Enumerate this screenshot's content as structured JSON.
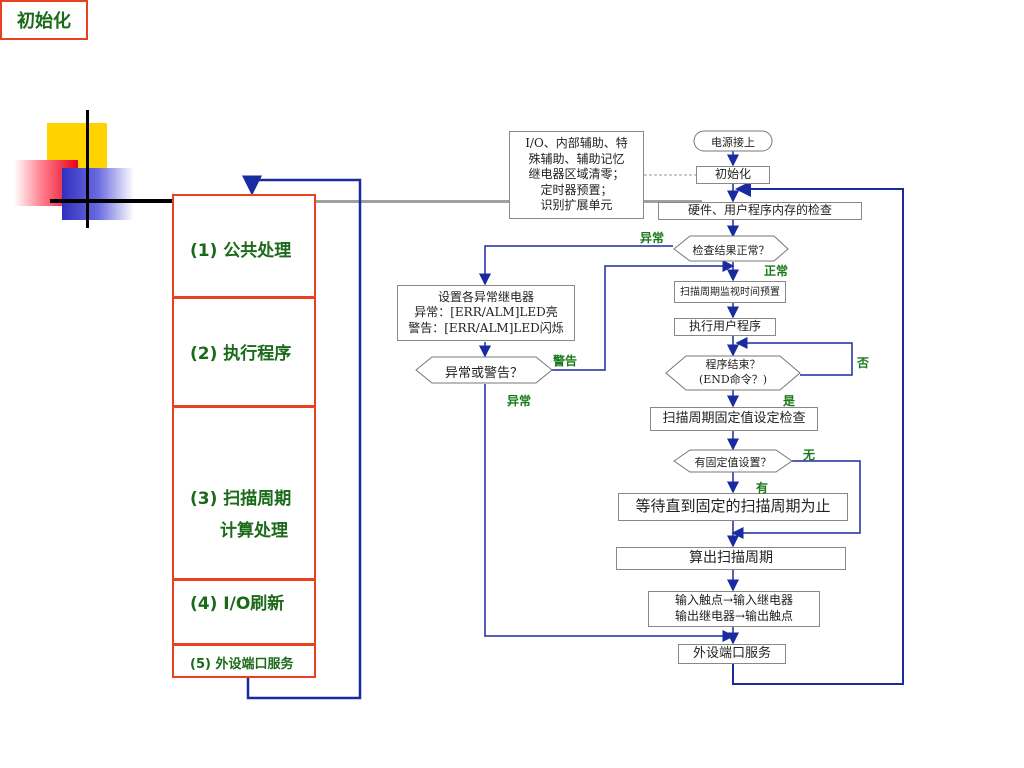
{
  "left": {
    "init_title": "初始化",
    "stage1": "(1) 公共处理",
    "stage2": "(2) 执行程序",
    "stage3_line1": "(3) 扫描周期",
    "stage3_line2": "计算处理",
    "stage4": "(4) I/O刷新",
    "stage5": "(5) 外设端口服务"
  },
  "flow": {
    "note": [
      "I/O、内部辅助、特",
      "殊辅助、辅助记忆",
      "继电器区域清零；",
      "定时器预置；",
      "识别扩展单元"
    ],
    "power_on": "电源接上",
    "init": "初始化",
    "hw_check": "硬件、用户程序内存的检查",
    "check_ok": "检查结果正常？",
    "set_error_relay": [
      "设置各异常继电器",
      "异常：[ERR/ALM]LED亮",
      "警告：[ERR/ALM]LED闪烁"
    ],
    "error_or_warning": "异常或警告？",
    "scan_timer_preset": "扫描周期监视时间预置",
    "run_user_program": "执行用户程序",
    "program_end": [
      "程序结束？",
      "(END命令？)"
    ],
    "scan_fixed_check": "扫描周期固定值设定检查",
    "fixed_set": "有固定值设置？",
    "wait_fixed": "等待直到固定的扫描周期为止",
    "calc_scan": "算出扫描周期",
    "io_refresh": [
      "输入触点→输入继电器",
      "输出继电器→输出触点"
    ],
    "peripheral": "外设端口服务"
  },
  "labels": {
    "abnormal_top": "异常",
    "normal": "正常",
    "warning": "警告",
    "abnormal_bottom": "异常",
    "no": "否",
    "yes": "是",
    "none": "无",
    "have": "有"
  },
  "colors": {
    "stage_border": "#e84020",
    "loop_line": "#1a2aa0",
    "label_green": "#1a7a1a"
  }
}
